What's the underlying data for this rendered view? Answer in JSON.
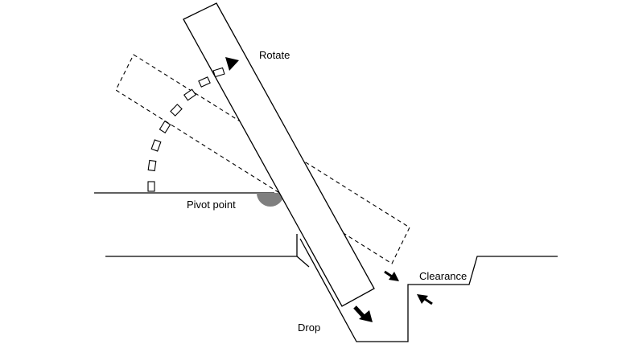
{
  "labels": {
    "rotate": "Rotate",
    "pivot_point": "Pivot point",
    "clearance": "Clearance",
    "drop": "Drop"
  },
  "colors": {
    "stroke": "#000000",
    "pivot_fill": "#7f7f7f",
    "background": "#ffffff"
  }
}
